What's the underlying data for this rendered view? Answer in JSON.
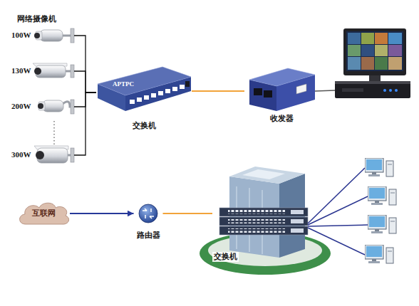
{
  "diagram": {
    "nodes": [
      {
        "text": [
          "100W"
        ]
      },
      {
        "text": [
          "130W"
        ]
      },
      {
        "text": [
          "200W"
        ]
      },
      {
        "text": [
          "300W"
        ]
      },
      {
        "text": [
          "交换机"
        ]
      },
      {
        "text": [
          "收发器"
        ]
      },
      {
        "text": [
          "互联网"
        ]
      },
      {
        "text": [
          "路由器"
        ]
      },
      {
        "text": [
          "交换机"
        ]
      }
    ],
    "edges": [
      {
        "from": 0,
        "to": 4,
        "arrow": "none"
      },
      {
        "from": 1,
        "to": 4,
        "arrow": "none"
      },
      {
        "from": 2,
        "to": 4,
        "arrow": "none"
      },
      {
        "from": 3,
        "to": 4,
        "arrow": "none"
      },
      {
        "from": 4,
        "to": 5,
        "arrow": "none"
      },
      {
        "from": 6,
        "to": 7,
        "arrow": "to"
      },
      {
        "from": 7,
        "to": 8,
        "arrow": "none"
      }
    ],
    "labels": [
      "网络摄像机",
      "APTPC"
    ]
  }
}
